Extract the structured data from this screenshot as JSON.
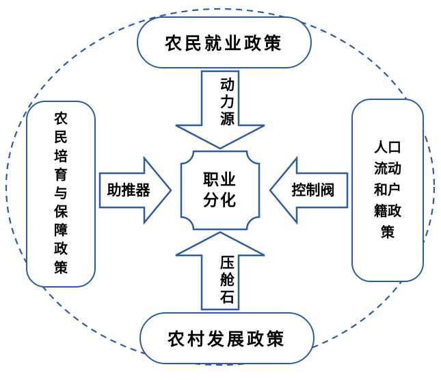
{
  "colors": {
    "line": "#2d5aa0",
    "text": "#000000"
  },
  "diagram": {
    "boundary": {
      "style": "dashed-ellipse"
    },
    "center": {
      "label": "职业分化",
      "shape": "plaque"
    },
    "nodes": {
      "top": {
        "label": "农民就业政策"
      },
      "bottom": {
        "label": "农村发展政策"
      },
      "left": {
        "label": "农民培育与保障政策"
      },
      "right": {
        "label": "人口流动和户籍政策"
      }
    },
    "arrows": {
      "top": {
        "label": "动力源",
        "direction": "down"
      },
      "bottom": {
        "label": "压舱石",
        "direction": "up"
      },
      "left": {
        "label": "助推器",
        "direction": "right"
      },
      "right": {
        "label": "控制阀",
        "direction": "left"
      }
    }
  }
}
